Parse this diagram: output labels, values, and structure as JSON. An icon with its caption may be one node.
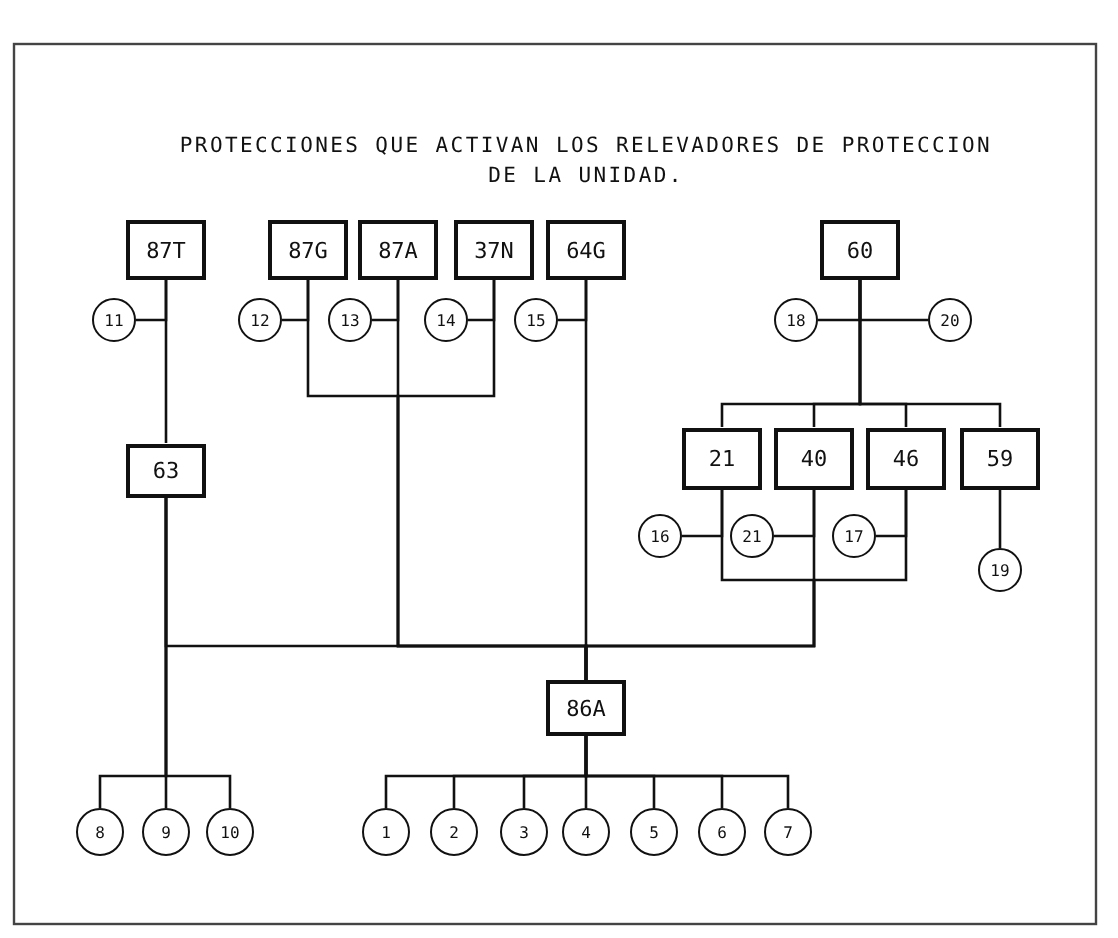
{
  "diagram": {
    "title": "PROTECCIONES QUE ACTIVAN LOS RELEVADORES DE PROTECCION DE LA UNIDAD.",
    "nodes": [
      {
        "text": [
          "87T"
        ]
      },
      {
        "text": [
          "87G"
        ]
      },
      {
        "text": [
          "87A"
        ]
      },
      {
        "text": [
          "37N"
        ]
      },
      {
        "text": [
          "64G"
        ]
      },
      {
        "text": [
          "60"
        ]
      },
      {
        "text": [
          "11"
        ]
      },
      {
        "text": [
          "12"
        ]
      },
      {
        "text": [
          "13"
        ]
      },
      {
        "text": [
          "14"
        ]
      },
      {
        "text": [
          "15"
        ]
      },
      {
        "text": [
          "18"
        ]
      },
      {
        "text": [
          "20"
        ]
      },
      {
        "text": [
          "63"
        ]
      },
      {
        "text": [
          "21"
        ]
      },
      {
        "text": [
          "40"
        ]
      },
      {
        "text": [
          "46"
        ]
      },
      {
        "text": [
          "59"
        ]
      },
      {
        "text": [
          "16"
        ]
      },
      {
        "text": [
          "21"
        ]
      },
      {
        "text": [
          "17"
        ]
      },
      {
        "text": [
          "19"
        ]
      },
      {
        "text": [
          "86A"
        ]
      },
      {
        "text": [
          "8"
        ]
      },
      {
        "text": [
          "9"
        ]
      },
      {
        "text": [
          "10"
        ]
      },
      {
        "text": [
          "1"
        ]
      },
      {
        "text": [
          "2"
        ]
      },
      {
        "text": [
          "3"
        ]
      },
      {
        "text": [
          "4"
        ]
      },
      {
        "text": [
          "5"
        ]
      },
      {
        "text": [
          "6"
        ]
      },
      {
        "text": [
          "7"
        ]
      }
    ],
    "edges": [
      {
        "from": 0,
        "to": 13,
        "arrow": "none"
      },
      {
        "from": 6,
        "to": 0,
        "arrow": "none"
      },
      {
        "from": 7,
        "to": 1,
        "arrow": "none"
      },
      {
        "from": 8,
        "to": 2,
        "arrow": "none"
      },
      {
        "from": 9,
        "to": 3,
        "arrow": "none"
      },
      {
        "from": 10,
        "to": 4,
        "arrow": "none"
      },
      {
        "from": 1,
        "to": 22,
        "arrow": "none"
      },
      {
        "from": 2,
        "to": 22,
        "arrow": "none"
      },
      {
        "from": 3,
        "to": 22,
        "arrow": "none"
      },
      {
        "from": 4,
        "to": 22,
        "arrow": "none"
      },
      {
        "from": 11,
        "to": 5,
        "arrow": "none"
      },
      {
        "from": 12,
        "to": 5,
        "arrow": "none"
      },
      {
        "from": 5,
        "to": 14,
        "arrow": "none"
      },
      {
        "from": 5,
        "to": 15,
        "arrow": "none"
      },
      {
        "from": 5,
        "to": 16,
        "arrow": "none"
      },
      {
        "from": 5,
        "to": 17,
        "arrow": "none"
      },
      {
        "from": 18,
        "to": 14,
        "arrow": "none"
      },
      {
        "from": 19,
        "to": 15,
        "arrow": "none"
      },
      {
        "from": 20,
        "to": 16,
        "arrow": "none"
      },
      {
        "from": 17,
        "to": 21,
        "arrow": "none"
      },
      {
        "from": 14,
        "to": 22,
        "arrow": "none"
      },
      {
        "from": 15,
        "to": 22,
        "arrow": "none"
      },
      {
        "from": 16,
        "to": 22,
        "arrow": "none"
      },
      {
        "from": 13,
        "to": 22,
        "arrow": "none"
      },
      {
        "from": 13,
        "to": 23,
        "arrow": "none"
      },
      {
        "from": 13,
        "to": 24,
        "arrow": "none"
      },
      {
        "from": 13,
        "to": 25,
        "arrow": "none"
      },
      {
        "from": 22,
        "to": 26,
        "arrow": "none"
      },
      {
        "from": 22,
        "to": 27,
        "arrow": "none"
      },
      {
        "from": 22,
        "to": 28,
        "arrow": "none"
      },
      {
        "from": 22,
        "to": 29,
        "arrow": "none"
      },
      {
        "from": 22,
        "to": 30,
        "arrow": "none"
      },
      {
        "from": 22,
        "to": 31,
        "arrow": "none"
      },
      {
        "from": 22,
        "to": 32,
        "arrow": "none"
      }
    ]
  }
}
